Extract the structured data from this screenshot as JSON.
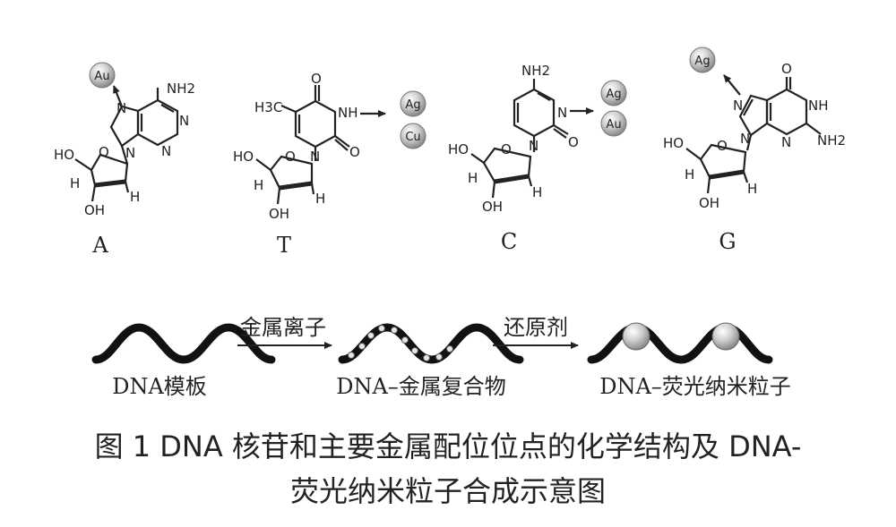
{
  "nucleosides": {
    "A": {
      "label": "A",
      "n7": "N",
      "nh2": "NH2",
      "n1": "N",
      "n3": "N",
      "n9": "N",
      "ho5": "HO",
      "o4": "O",
      "h": "H",
      "oh3": "OH",
      "metals": [
        "Au"
      ]
    },
    "T": {
      "label": "T",
      "me": "H3C",
      "o4": "O",
      "nh": "NH",
      "o2": "O",
      "n1": "N",
      "ho5": "HO",
      "o4s": "O",
      "h": "H",
      "oh3": "OH",
      "metals": [
        "Ag",
        "Cu"
      ]
    },
    "C": {
      "label": "C",
      "nh2": "NH2",
      "n3": "N",
      "o2": "O",
      "n1": "N",
      "ho5": "HO",
      "o4s": "O",
      "h": "H",
      "oh3": "OH",
      "metals": [
        "Ag",
        "Au"
      ]
    },
    "G": {
      "label": "G",
      "o6": "O",
      "n7": "N",
      "nh": "NH",
      "n3": "N",
      "n9": "N",
      "nh2": "NH2",
      "ho5": "HO",
      "o4s": "O",
      "h": "H",
      "oh3": "OH",
      "metals": [
        "Ag"
      ]
    }
  },
  "synthesis": {
    "template": "DNA模板",
    "step1": "金属离子",
    "complex": "DNA–金属复合物",
    "step2": "还原剂",
    "product": "DNA–荧光纳米粒子"
  },
  "caption": {
    "line1": "图 1   DNA 核苷和主要金属配位位点的化学结构及 DNA-",
    "line2": "荧光纳米粒子合成示意图"
  }
}
